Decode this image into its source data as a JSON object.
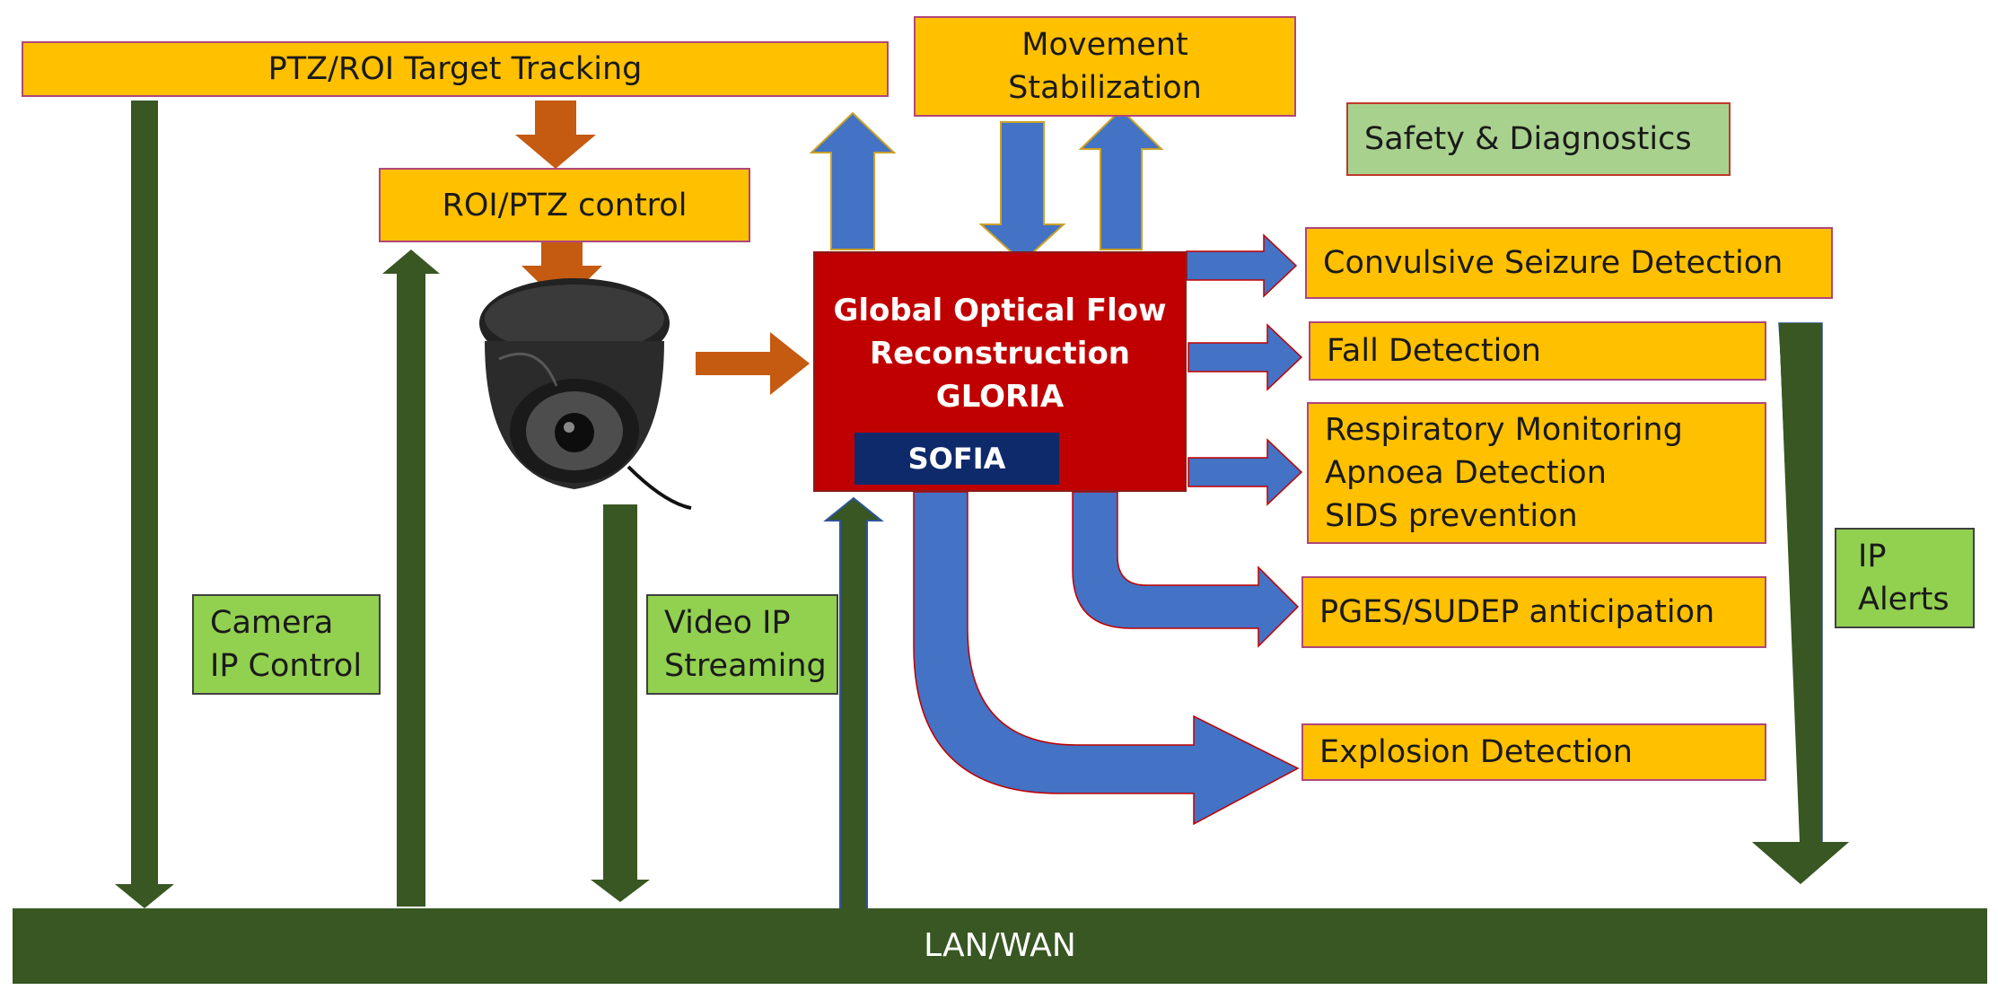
{
  "colors": {
    "orange_box": "#ffc000",
    "green_box": "#92d050",
    "sage_box": "#a9d18e",
    "gloria_red": "#c00000",
    "sofia_navy": "#0f2a6b",
    "network_green": "#385723",
    "flow_blue": "#4472c4",
    "control_orange": "#c55a11"
  },
  "boxes": {
    "ptz_tracking": "PTZ/ROI Target Tracking",
    "roi_control": "ROI/PTZ control",
    "movement_stabilization": "Movement\nStabilization",
    "safety_diagnostics": "Safety & Diagnostics",
    "gloria": "Global Optical Flow\nReconstruction\nGLORIA",
    "sofia": "SOFIA",
    "convulsive_seizure": "Convulsive Seizure Detection",
    "fall_detection": "Fall Detection",
    "respiratory": "Respiratory Monitoring\nApnoea Detection\nSIDS prevention",
    "pges_sudep": "PGES/SUDEP anticipation",
    "explosion": "Explosion Detection",
    "camera_ip_control": "Camera\nIP Control",
    "video_ip_streaming": "Video IP\nStreaming",
    "ip_alerts": "IP\nAlerts",
    "lan_wan": "LAN/WAN"
  },
  "icons": {
    "camera": "dome-security-camera-icon"
  }
}
